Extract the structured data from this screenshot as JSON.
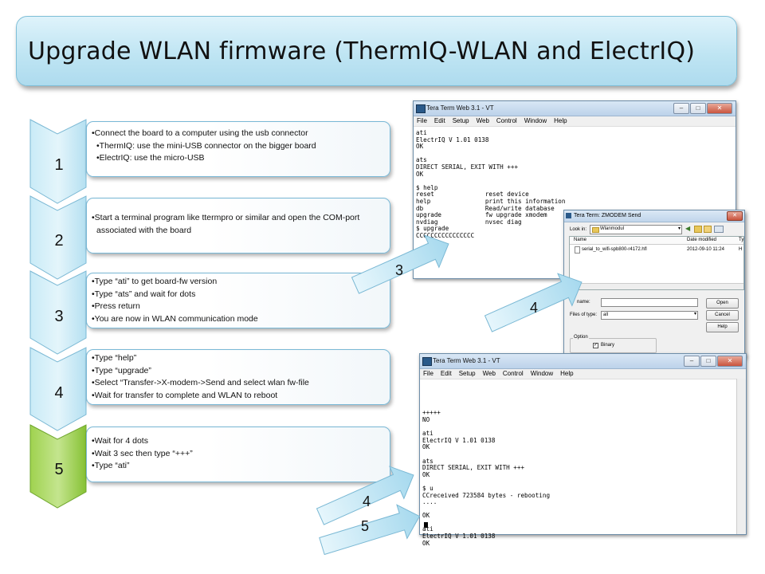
{
  "title": "Upgrade WLAN firmware (ThermIQ-WLAN and ElectrIQ)",
  "steps": [
    {
      "num": "1",
      "lines": [
        "•Connect the board to a computer using the usb connector",
        "•ThermIQ: use the mini-USB connector on the bigger board",
        "•ElectrIQ: use the micro-USB"
      ]
    },
    {
      "num": "2",
      "lines": [
        "•Start a terminal program like  ttermpro or similar and open the COM-port",
        "associated with the board"
      ]
    },
    {
      "num": "3",
      "lines": [
        "•Type “ati” to get board-fw version",
        "•Type “ats” and wait for dots",
        "•Press return",
        "•You are now in WLAN communication mode"
      ]
    },
    {
      "num": "4",
      "lines": [
        "•Type “help”",
        "•Type “upgrade”",
        "•Select “Transfer->X-modem->Send and select wlan fw-file",
        "•Wait for transfer to complete and WLAN to reboot"
      ]
    },
    {
      "num": "5",
      "lines": [
        "•Wait for 4  dots",
        "•Wait 3 sec then type  “+++”",
        "•Type “ati”"
      ]
    }
  ],
  "terminal1": {
    "title": "Tera Term Web 3.1 -  VT",
    "menu": [
      "File",
      "Edit",
      "Setup",
      "Web",
      "Control",
      "Window",
      "Help"
    ],
    "text": "ati\nElectrIQ V 1.01 0138\nOK\n\nats\nDIRECT SERIAL, EXIT WITH +++\nOK\n\n$ help\nreset              reset device\nhelp               print this information\ndb                 Read/write database\nupgrade            fw upgrade xmodem\nnvdiag             nvsec diag\n$ upgrade\nCCCCCCCCCCCCCCCC"
  },
  "dialog": {
    "title": "Tera Term: ZMODEM Send",
    "look_in_label": "Look in:",
    "look_in_value": "Wlanmodul",
    "col_name": "Name",
    "col_date": "Date modified",
    "col_type": "Ty",
    "file_name": "serial_to_wifi-spb800-r4172.hfl",
    "file_date": "2012-09-10 11:24",
    "file_type": "H",
    "name_label": "name:",
    "type_label": "Files of type:",
    "type_value": "all",
    "open_btn": "Open",
    "cancel_btn": "Cancel",
    "help_btn": "Help",
    "option_label": "Option",
    "binary_label": "Binary"
  },
  "terminal2": {
    "title": "Tera Term Web 3.1 -  VT",
    "menu": [
      "File",
      "Edit",
      "Setup",
      "Web",
      "Control",
      "Window",
      "Help"
    ],
    "text": "\n\n\n\n+++++\nNO\n\nati\nElectrIQ V 1.01 0138\nOK\n\nats\nDIRECT SERIAL, EXIT WITH +++\nOK\n\n$ u\nCCreceived 723584 bytes - rebooting\n....\n\nOK\n\nati\nElectrIQ V 1.01 0138\nOK"
  },
  "arrows": {
    "a3": "3",
    "a4top": "4",
    "a4bottom": "4",
    "a5": "5"
  },
  "colors": {
    "banner": "#bfe5f3",
    "chevron": "#bfe4f3",
    "chevron_active": "#8dc63f",
    "box_border": "#79b8d6"
  }
}
